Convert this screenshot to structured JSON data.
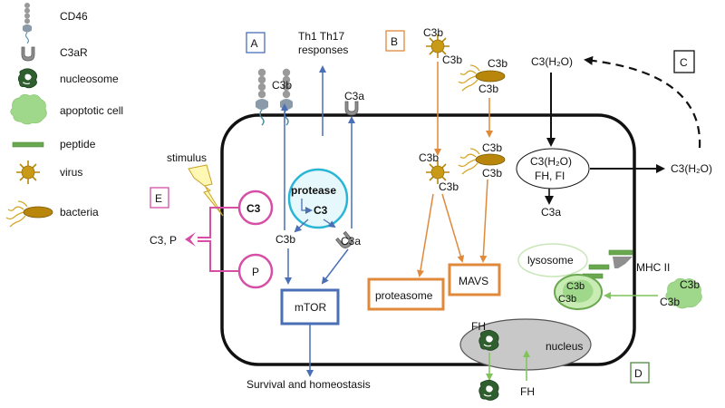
{
  "legend": {
    "items": [
      {
        "icon": "cd46-icon",
        "label": "CD46"
      },
      {
        "icon": "c3ar-icon",
        "label": "C3aR"
      },
      {
        "icon": "nucleosome-icon",
        "label": "nucleosome"
      },
      {
        "icon": "apoptotic-cell-icon",
        "label": "apoptotic cell"
      },
      {
        "icon": "peptide-icon",
        "label": "peptide"
      },
      {
        "icon": "virus-icon",
        "label": "virus"
      },
      {
        "icon": "bacteria-icon",
        "label": "bacteria"
      }
    ]
  },
  "panels": {
    "A": {
      "tag": "A",
      "color": "#4a6fb5"
    },
    "B": {
      "tag": "B",
      "color": "#e0893a"
    },
    "C": {
      "tag": "C",
      "color": "#111111"
    },
    "D": {
      "tag": "D",
      "color": "#4e8a3e"
    },
    "E": {
      "tag": "E",
      "color": "#d64fa6"
    }
  },
  "labels": {
    "th_responses_1": "Th1 Th17",
    "th_responses_2": "responses",
    "c3b_cd46": "C3b",
    "c3a_receptor": "C3a",
    "protease": "protease",
    "protease_c3": "C3",
    "inner_c3b": "C3b",
    "inner_c3a": "C3a",
    "mtor": "mTOR",
    "survival": "Survival and homeostasis",
    "stimulus": "stimulus",
    "e_c3": "C3",
    "e_p": "P",
    "e_out": "C3, P",
    "virus_out_c3b_top": "C3b",
    "virus_out_c3b_side": "C3b",
    "bact_out_c3b_top": "C3b",
    "bact_out_c3b_bottom": "C3b",
    "virus_in_c3b_top": "C3b",
    "virus_in_c3b_bottom": "C3b",
    "bact_in_c3b_top": "C3b",
    "bact_in_c3b_bottom": "C3b",
    "proteasome": "proteasome",
    "mavs": "MAVS",
    "c3h2o_top": "C3(H₂O)",
    "c3h2o_oval_1": "C3(H₂O)",
    "c3h2o_oval_2": "FH, FI",
    "c3h2o_right": "C3(H₂O)",
    "c3a_bottom": "C3a",
    "lysosome": "lysosome",
    "mhc2": "MHC II",
    "lys_c3b_1": "C3b",
    "lys_c3b_2": "C3b",
    "apop_c3b_1": "C3b",
    "apop_c3b_2": "C3b",
    "fh_inside": "FH",
    "nucleus": "nucleus",
    "fh_outside": "FH"
  },
  "colors": {
    "blue": "#4a6fb5",
    "orange": "#e0893a",
    "green": "#4e8a3e",
    "light_green": "#8fcf6a",
    "pink": "#d64fa6",
    "cyan": "#29b6d6",
    "cd46_gray": "#9a9a9a",
    "nucleus_gray": "#c8c8c8",
    "virus_gold": "#c99a16",
    "bacteria_brown": "#b8860b",
    "nucleosome_green": "#2f5f2f"
  }
}
